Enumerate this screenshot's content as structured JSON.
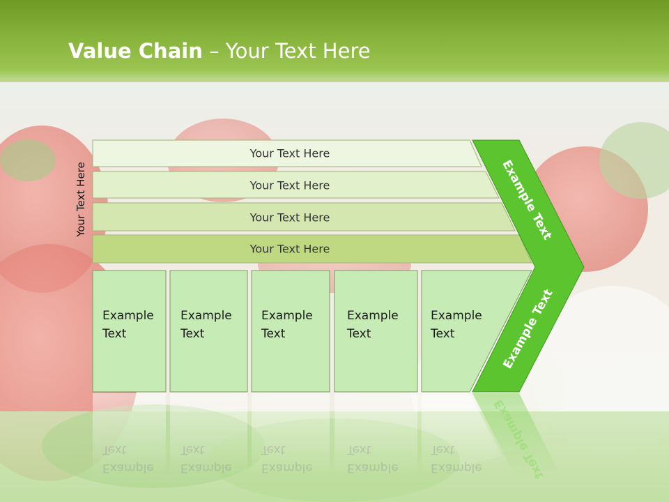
{
  "title": {
    "bold": "Value Chain",
    "rest": " – Your Text Here"
  },
  "side_label": "Your Text Here",
  "bands": [
    "Your Text Here",
    "Your Text Here",
    "Your Text Here",
    "Your Text Here"
  ],
  "boxes": [
    {
      "line1": "Example",
      "line2": "Text"
    },
    {
      "line1": "Example",
      "line2": "Text"
    },
    {
      "line1": "Example",
      "line2": "Text"
    },
    {
      "line1": "Example",
      "line2": "Text"
    },
    {
      "line1": "Example",
      "line2": "Text"
    }
  ],
  "arrow": {
    "upper": "Example Text",
    "lower": "Example Text"
  },
  "colors": {
    "header": "#86b33a",
    "arrow": "#5cc42e",
    "box_fill": "#c6ebb5",
    "band_1": "#eef5e0",
    "band_2": "#e3f0cc",
    "band_3": "#d4e7b0",
    "band_4": "#bfd982"
  }
}
